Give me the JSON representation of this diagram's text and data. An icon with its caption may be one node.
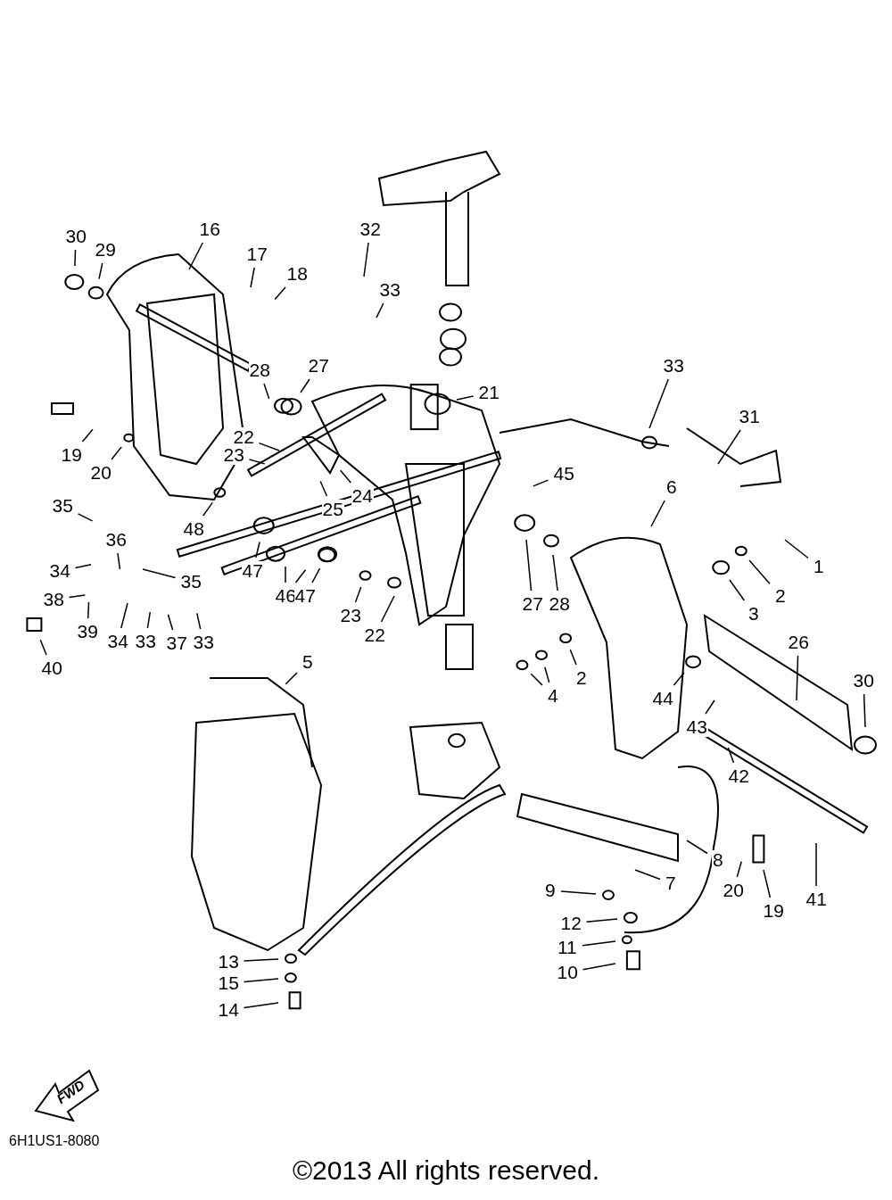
{
  "diagram": {
    "caption": "©2013 All rights reserved.",
    "nodes": [
      {
        "text": [
          "30"
        ]
      },
      {
        "text": [
          "29"
        ]
      },
      {
        "text": [
          "16"
        ]
      },
      {
        "text": [
          "32"
        ]
      },
      {
        "text": [
          "17"
        ]
      },
      {
        "text": [
          "18"
        ]
      },
      {
        "text": [
          "33"
        ]
      },
      {
        "text": [
          "28"
        ]
      },
      {
        "text": [
          "27"
        ]
      },
      {
        "text": [
          "21"
        ]
      },
      {
        "text": [
          "33"
        ]
      },
      {
        "text": [
          "31"
        ]
      },
      {
        "text": [
          "19"
        ]
      },
      {
        "text": [
          "20"
        ]
      },
      {
        "text": [
          "22"
        ]
      },
      {
        "text": [
          "23"
        ]
      },
      {
        "text": [
          "45"
        ]
      },
      {
        "text": [
          "6"
        ]
      },
      {
        "text": [
          "35"
        ]
      },
      {
        "text": [
          "24"
        ]
      },
      {
        "text": [
          "25"
        ]
      },
      {
        "text": [
          "48"
        ]
      },
      {
        "text": [
          "36"
        ]
      },
      {
        "text": [
          "1"
        ]
      },
      {
        "text": [
          "34"
        ]
      },
      {
        "text": [
          "35"
        ]
      },
      {
        "text": [
          "47"
        ]
      },
      {
        "text": [
          "46"
        ]
      },
      {
        "text": [
          "47"
        ]
      },
      {
        "text": [
          "2"
        ]
      },
      {
        "text": [
          "3"
        ]
      },
      {
        "text": [
          "38"
        ]
      },
      {
        "text": [
          "27"
        ]
      },
      {
        "text": [
          "28"
        ]
      },
      {
        "text": [
          "23"
        ]
      },
      {
        "text": [
          "22"
        ]
      },
      {
        "text": [
          "39"
        ]
      },
      {
        "text": [
          "34"
        ]
      },
      {
        "text": [
          "33"
        ]
      },
      {
        "text": [
          "37"
        ]
      },
      {
        "text": [
          "33"
        ]
      },
      {
        "text": [
          "26"
        ]
      },
      {
        "text": [
          "40"
        ]
      },
      {
        "text": [
          "5"
        ]
      },
      {
        "text": [
          "2"
        ]
      },
      {
        "text": [
          "30"
        ]
      },
      {
        "text": [
          "4"
        ]
      },
      {
        "text": [
          "44"
        ]
      },
      {
        "text": [
          "43"
        ]
      },
      {
        "text": [
          "42"
        ]
      },
      {
        "text": [
          "8"
        ]
      },
      {
        "text": [
          "9"
        ]
      },
      {
        "text": [
          "7"
        ]
      },
      {
        "text": [
          "20"
        ]
      },
      {
        "text": [
          "19"
        ]
      },
      {
        "text": [
          "41"
        ]
      },
      {
        "text": [
          "12"
        ]
      },
      {
        "text": [
          "11"
        ]
      },
      {
        "text": [
          "10"
        ]
      },
      {
        "text": [
          "13"
        ]
      },
      {
        "text": [
          "15"
        ]
      },
      {
        "text": [
          "14"
        ]
      }
    ],
    "edges": [
      {
        "from": 0,
        "to": null,
        "arrow": "none"
      },
      {
        "from": 1,
        "to": null,
        "arrow": "none"
      },
      {
        "from": 2,
        "to": null,
        "arrow": "none"
      },
      {
        "from": 3,
        "to": null,
        "arrow": "none"
      },
      {
        "from": 4,
        "to": null,
        "arrow": "none"
      },
      {
        "from": 5,
        "to": null,
        "arrow": "none"
      },
      {
        "from": 6,
        "to": null,
        "arrow": "none"
      },
      {
        "from": 7,
        "to": null,
        "arrow": "none"
      },
      {
        "from": 8,
        "to": null,
        "arrow": "none"
      },
      {
        "from": 9,
        "to": null,
        "arrow": "none"
      },
      {
        "from": 10,
        "to": null,
        "arrow": "none"
      },
      {
        "from": 11,
        "to": null,
        "arrow": "none"
      },
      {
        "from": 12,
        "to": null,
        "arrow": "none"
      },
      {
        "from": 13,
        "to": null,
        "arrow": "none"
      },
      {
        "from": 14,
        "to": null,
        "arrow": "none"
      },
      {
        "from": 15,
        "to": null,
        "arrow": "none"
      },
      {
        "from": 16,
        "to": null,
        "arrow": "none"
      },
      {
        "from": 17,
        "to": null,
        "arrow": "none"
      },
      {
        "from": 18,
        "to": null,
        "arrow": "none"
      },
      {
        "from": 19,
        "to": null,
        "arrow": "none"
      },
      {
        "from": 20,
        "to": null,
        "arrow": "none"
      },
      {
        "from": 21,
        "to": null,
        "arrow": "none"
      },
      {
        "from": 22,
        "to": null,
        "arrow": "none"
      },
      {
        "from": 23,
        "to": null,
        "arrow": "none"
      },
      {
        "from": 24,
        "to": null,
        "arrow": "none"
      },
      {
        "from": 25,
        "to": null,
        "arrow": "none"
      },
      {
        "from": 26,
        "to": null,
        "arrow": "none"
      },
      {
        "from": 27,
        "to": null,
        "arrow": "none"
      },
      {
        "from": 27,
        "to": null,
        "arrow": "none"
      },
      {
        "from": 28,
        "to": null,
        "arrow": "none"
      },
      {
        "from": 29,
        "to": null,
        "arrow": "none"
      },
      {
        "from": 30,
        "to": null,
        "arrow": "none"
      },
      {
        "from": 31,
        "to": null,
        "arrow": "none"
      },
      {
        "from": 32,
        "to": null,
        "arrow": "none"
      },
      {
        "from": 33,
        "to": null,
        "arrow": "none"
      },
      {
        "from": 34,
        "to": null,
        "arrow": "none"
      },
      {
        "from": 35,
        "to": null,
        "arrow": "none"
      },
      {
        "from": 36,
        "to": null,
        "arrow": "none"
      },
      {
        "from": 37,
        "to": null,
        "arrow": "none"
      },
      {
        "from": 38,
        "to": null,
        "arrow": "none"
      },
      {
        "from": 39,
        "to": null,
        "arrow": "none"
      },
      {
        "from": 40,
        "to": null,
        "arrow": "none"
      },
      {
        "from": 41,
        "to": null,
        "arrow": "none"
      },
      {
        "from": 42,
        "to": null,
        "arrow": "none"
      },
      {
        "from": 43,
        "to": null,
        "arrow": "none"
      },
      {
        "from": 44,
        "to": null,
        "arrow": "none"
      },
      {
        "from": 45,
        "to": null,
        "arrow": "none"
      },
      {
        "from": 46,
        "to": null,
        "arrow": "none"
      },
      {
        "from": 46,
        "to": null,
        "arrow": "none"
      },
      {
        "from": 47,
        "to": null,
        "arrow": "none"
      },
      {
        "from": 48,
        "to": null,
        "arrow": "none"
      },
      {
        "from": 49,
        "to": null,
        "arrow": "none"
      },
      {
        "from": 50,
        "to": null,
        "arrow": "none"
      },
      {
        "from": 51,
        "to": null,
        "arrow": "none"
      },
      {
        "from": 52,
        "to": null,
        "arrow": "none"
      },
      {
        "from": 53,
        "to": null,
        "arrow": "none"
      },
      {
        "from": 54,
        "to": null,
        "arrow": "none"
      },
      {
        "from": 55,
        "to": null,
        "arrow": "none"
      },
      {
        "from": 56,
        "to": null,
        "arrow": "none"
      },
      {
        "from": 57,
        "to": null,
        "arrow": "none"
      },
      {
        "from": 58,
        "to": null,
        "arrow": "none"
      },
      {
        "from": 59,
        "to": null,
        "arrow": "none"
      },
      {
        "from": 60,
        "to": null,
        "arrow": "none"
      },
      {
        "from": 61,
        "to": null,
        "arrow": "none"
      }
    ],
    "labels": [
      "FWD",
      "6H1US1-8080"
    ]
  }
}
